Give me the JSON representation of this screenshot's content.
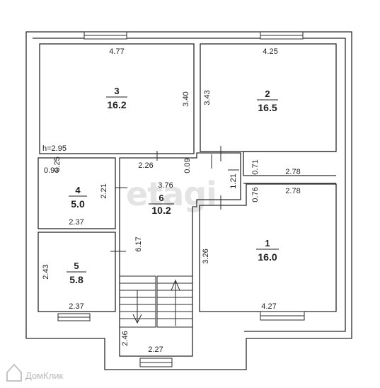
{
  "watermark": "etagi",
  "brand": {
    "name": "ДомКлик"
  },
  "rooms": [
    {
      "number": "3",
      "area": "16.2"
    },
    {
      "number": "2",
      "area": "16.5"
    },
    {
      "number": "4",
      "area": "5.0"
    },
    {
      "number": "6",
      "area": "10.2"
    },
    {
      "number": "5",
      "area": "5.8"
    },
    {
      "number": "1",
      "area": "16.0"
    }
  ],
  "dimensions": {
    "room3_width": "4.77",
    "room3_depth": "3.40",
    "room2_width": "4.25",
    "room2_depth": "3.43",
    "ceiling_height": "h=2.95",
    "room4_left": "0.93",
    "room4_top": "0.25",
    "room4_depth": "2.21",
    "room4_width": "2.37",
    "hall_top": "2.26",
    "hall_notch": "0.09",
    "hall_mid": "3.76",
    "hall_side": "1.21",
    "hall_length": "6.17",
    "corr_top": "0.71",
    "corr_width": "2.78",
    "room1_top_offset": "0.76",
    "room1_top_width": "2.78",
    "room1_depth": "3.26",
    "room1_width": "4.27",
    "room5_depth": "2.43",
    "room5_width": "2.37",
    "stair_depth": "2.46",
    "stair_width": "2.27"
  }
}
